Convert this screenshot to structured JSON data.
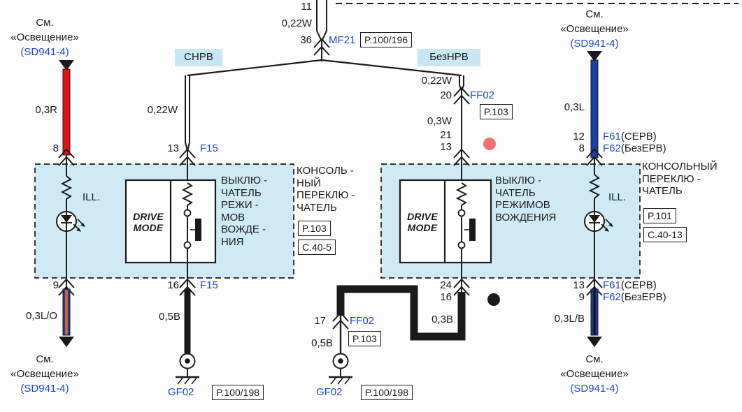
{
  "colors": {
    "box_fill": "#cfeaf5",
    "branch_label_fill": "#c9e7f2",
    "connector_blue": "#1f48c8",
    "red_wire": "#d81616",
    "blue_wire": "#1c3f9e",
    "orange_stripe": "#e0681c",
    "black_wire": "#1a1a1a",
    "red_dot": "#f27272"
  },
  "see_note": {
    "see": "См.",
    "lighting": "«Освещение»",
    "ref": "(SD941-4)"
  },
  "top_feed": {
    "pin_top": "11",
    "gauge": "0,22W",
    "pin": "36",
    "connector": "MF21",
    "page_ref": "P.100/196"
  },
  "branches": {
    "left": "СНРВ",
    "right": "БезНРВ"
  },
  "left_supply": {
    "gauge": "0,3R",
    "pin": "8"
  },
  "left_branch": {
    "gauge": "0,22W",
    "pin": "13",
    "connector": "F15"
  },
  "right_branch": {
    "gauge_upper": "0,22W",
    "pin_upper": "20",
    "connector": "FF02",
    "page_ref": "P.103",
    "gauge_lower": "0,3W",
    "pin_a": "21",
    "pin_b": "13"
  },
  "right_supply": {
    "gauge": "0,3L",
    "pin_a": "12",
    "conn_a": "F61",
    "variant_a": "(СЕРВ)",
    "pin_b": "8",
    "conn_b": "F62",
    "variant_b": "(БезЕРВ)"
  },
  "left_switch": {
    "ill": "ILL.",
    "logo": "DRIVE\nMODE",
    "caption": "ВЫКЛЮ -\nЧАТЕЛЬ\nРЕЖИ -\nМОВ\nВОЖДЕ -\nНИЯ",
    "name": "КОНСОЛЬ -\nНЫЙ\nПЕРЕКЛЮ -\nЧАТЕЛЬ",
    "page_ref": "P.103",
    "conn_ref": "C.40-5"
  },
  "right_switch": {
    "ill": "ILL.",
    "logo": "DRIVE\nMODE",
    "caption": "ВЫКЛЮ -\nЧАТЕЛЬ\nРЕЖИМОВ\nВОЖДЕНИЯ",
    "name": "КОНСОЛЬНЫЙ\nПЕРЕКЛЮ -\nЧАТЕЛЬ",
    "page_ref": "P.101",
    "conn_ref": "C.40-13"
  },
  "left_ill_out": {
    "pin": "9",
    "gauge": "0,3L/O"
  },
  "left_ground_out": {
    "pin": "16",
    "connector": "F15",
    "gauge": "0,5B",
    "ground": "GF02",
    "page_ref": "P.100/198"
  },
  "center_ground": {
    "pin_a": "24",
    "pin_b": "16",
    "gauge_upper": "0,3B",
    "pin": "17",
    "connector": "FF02",
    "conn_page_ref": "P.103",
    "gauge_lower": "0,5B",
    "ground": "GF02",
    "page_ref": "P.100/198"
  },
  "right_ill_out": {
    "pin_a": "13",
    "conn_a": "F61",
    "variant_a": "(СЕРВ)",
    "pin_b": "9",
    "conn_b": "F62",
    "variant_b": "(БезЕРВ)",
    "gauge": "0,3L/B"
  }
}
